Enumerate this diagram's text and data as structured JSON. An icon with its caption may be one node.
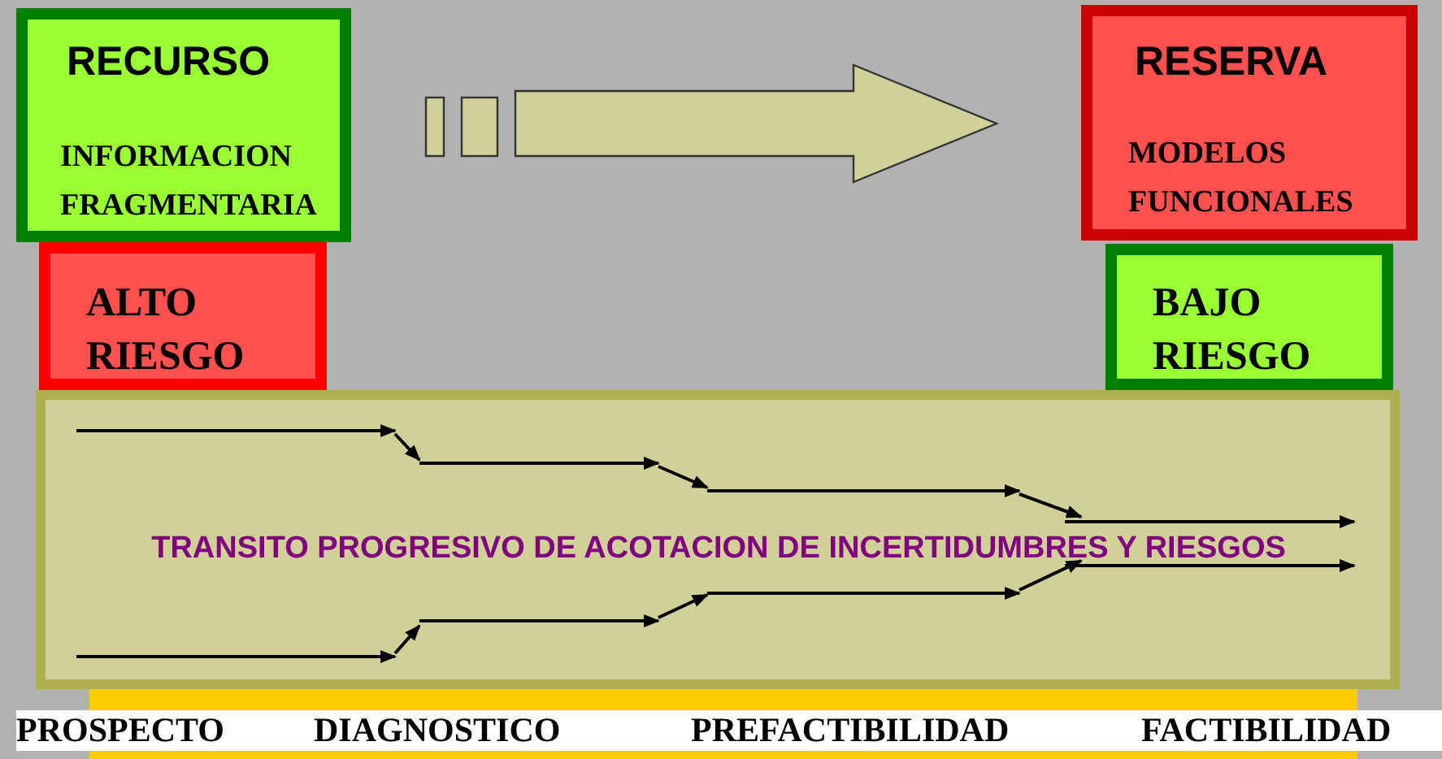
{
  "diagram": {
    "nodes": [
      {
        "text": [
          "RECURSO",
          "INFORMACION FRAGMENTARIA"
        ]
      },
      {
        "text": [
          "ALTO RIESGO"
        ]
      },
      {
        "text": [
          "RESERVA",
          "MODELOS FUNCIONALES"
        ]
      },
      {
        "text": [
          "BAJO RIESGO"
        ]
      },
      {
        "text": [
          "TRANSITO PROGRESIVO DE ACOTACION DE INCERTIDUMBRES Y RIESGOS"
        ]
      }
    ],
    "edges": [
      {
        "from": 0,
        "to": 2,
        "arrow": "to"
      }
    ],
    "labels": [
      "PROSPECTO",
      "DIAGNOSTICO",
      "PREFACTIBILIDAD",
      "FACTIBILIDAD"
    ]
  }
}
